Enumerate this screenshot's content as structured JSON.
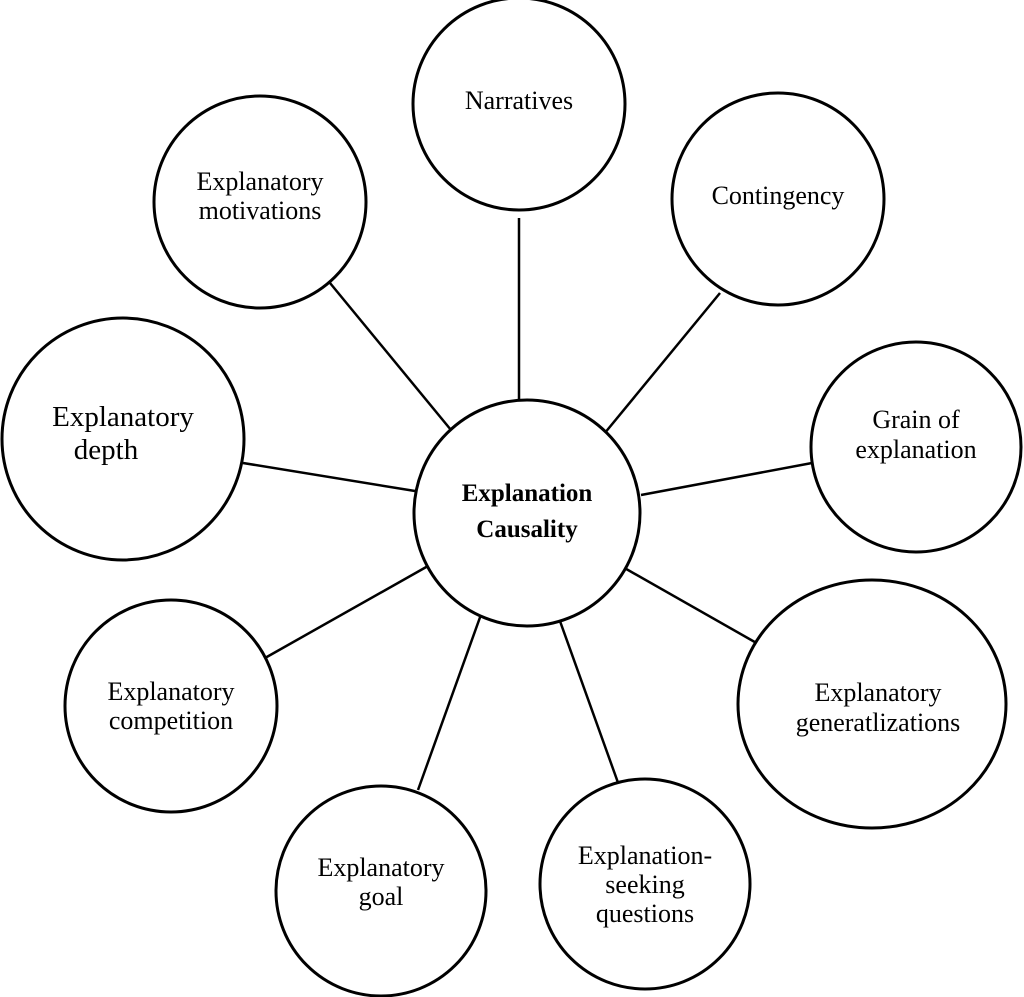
{
  "center": {
    "lines": [
      "Explanation",
      "Causality"
    ]
  },
  "nodes": [
    {
      "id": "narratives",
      "lines": [
        "Narratives"
      ]
    },
    {
      "id": "contingency",
      "lines": [
        "Contingency"
      ]
    },
    {
      "id": "grain-of-explanation",
      "lines": [
        "Grain of",
        "explanation"
      ]
    },
    {
      "id": "explanatory-generalizations",
      "lines": [
        "Explanatory",
        "generatlizations"
      ]
    },
    {
      "id": "explanation-seeking-questions",
      "lines": [
        "Explanation-",
        "seeking",
        "questions"
      ]
    },
    {
      "id": "explanatory-goal",
      "lines": [
        "Explanatory",
        "goal"
      ]
    },
    {
      "id": "explanatory-competition",
      "lines": [
        "Explanatory",
        "competition"
      ]
    },
    {
      "id": "explanatory-depth",
      "lines": [
        "Explanatory",
        "depth"
      ]
    },
    {
      "id": "explanatory-motivations",
      "lines": [
        "Explanatory",
        "motivations"
      ]
    }
  ]
}
